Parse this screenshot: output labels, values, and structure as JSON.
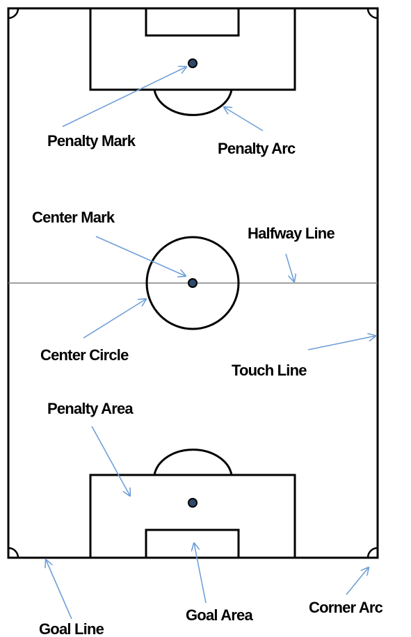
{
  "colors": {
    "field_line": "#000000",
    "halfway_line": "#808080",
    "mark_fill": "#2e4a6b",
    "arrow": "#6f9fd8",
    "background": "#ffffff"
  },
  "labels": {
    "penalty_mark": "Penalty Mark",
    "penalty_arc": "Penalty Arc",
    "center_mark": "Center Mark",
    "halfway_line": "Halfway Line",
    "center_circle": "Center Circle",
    "touch_line": "Touch Line",
    "penalty_area": "Penalty Area",
    "goal_line": "Goal Line",
    "goal_area": "Goal Area",
    "corner_arc": "Corner Arc"
  }
}
